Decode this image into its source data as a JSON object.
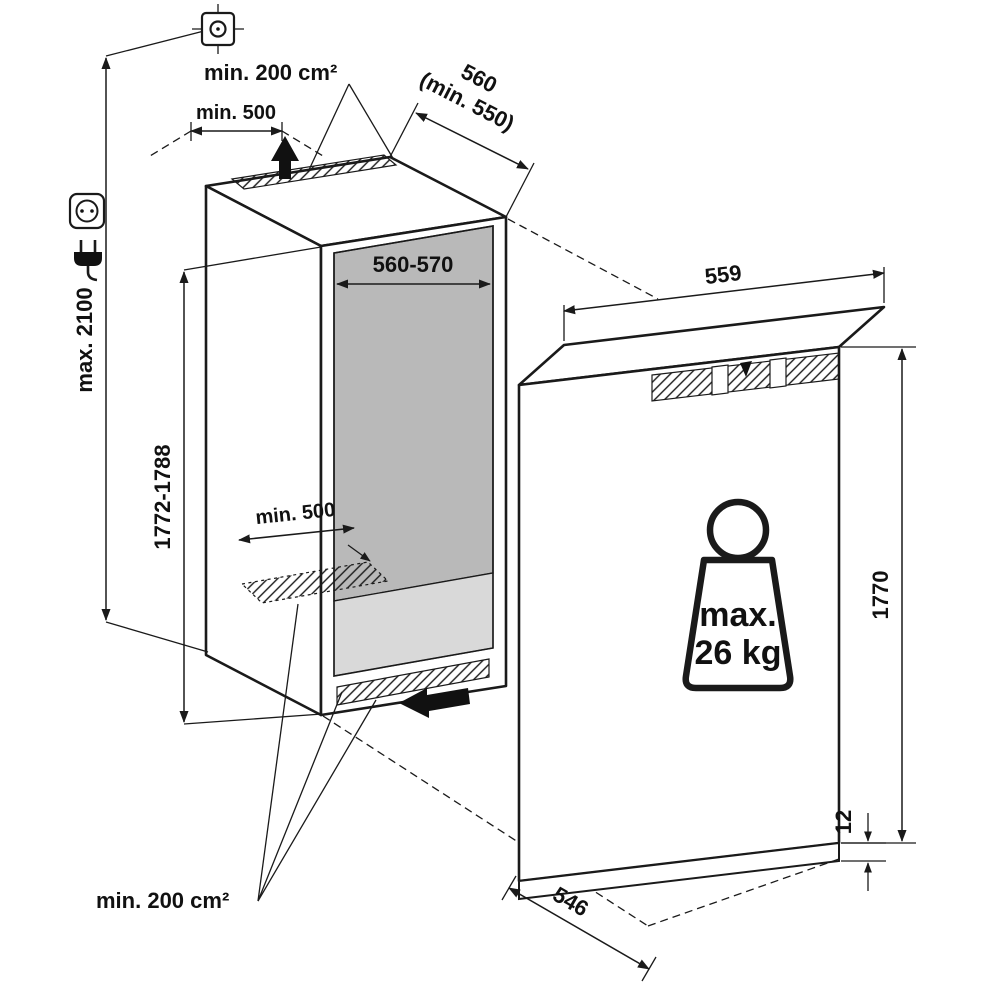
{
  "diagram": {
    "title": "Built-in refrigerator niche installation drawing",
    "colors": {
      "line": "#1a1a1a",
      "interior_wall": "#b9b9b9",
      "interior_floor": "#d9d9d9",
      "background": "#ffffff"
    },
    "labels": {
      "top_vent_area": "min. 200 cm²",
      "top_clearance": "min. 500",
      "niche_depth_line1": "560",
      "niche_depth_line2": "(min. 550)",
      "niche_width": "560-570",
      "niche_height": "1772-1788",
      "overall_max_height": "max. 2100",
      "floor_clearance": "min. 500",
      "appliance_width": "559",
      "appliance_height": "1770",
      "door_gap": "12",
      "appliance_depth": "546",
      "weight_line1": "max.",
      "weight_line2": "26 kg",
      "bottom_vent_area": "min. 200 cm²"
    },
    "icons": {
      "earth": "earth-fixing-point-symbol",
      "socket": "mains-socket-symbol",
      "plug": "power-plug-symbol",
      "weight": "max-door-weight-symbol",
      "airflow_up": "air-outlet-arrow",
      "airflow_in": "air-inlet-arrow"
    }
  }
}
